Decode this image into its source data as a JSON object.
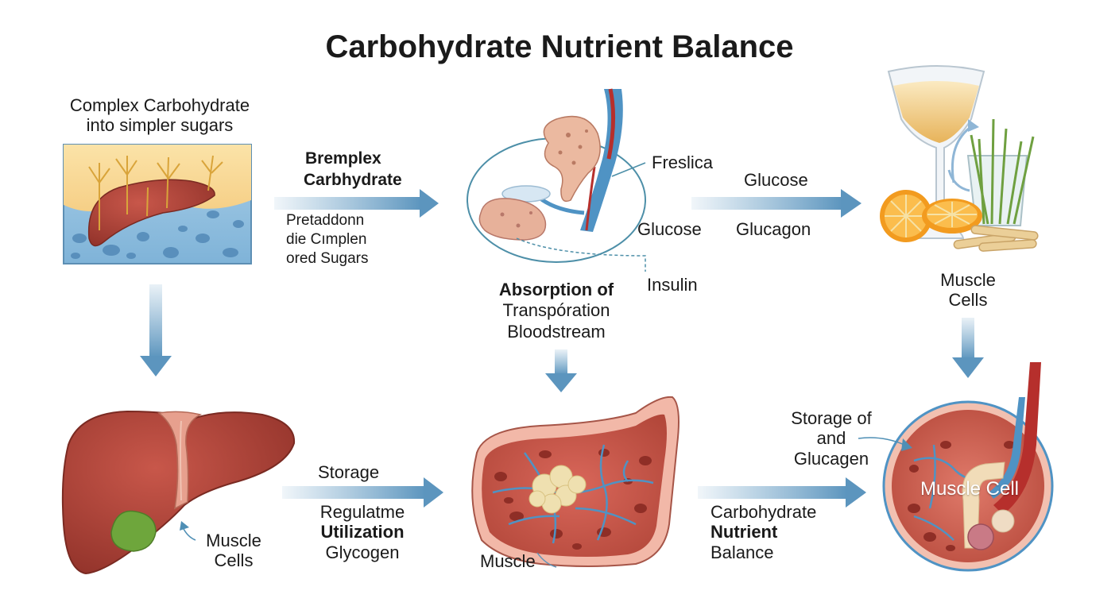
{
  "title": "Carbohydrate Nutrient Balance",
  "labels": {
    "complex_carb": [
      "Complex Carbohydrate",
      "into simpler sugars"
    ],
    "bremplex": [
      "Bremplex",
      "Carbhydrate"
    ],
    "pretaddonn": [
      "Pretaddonn",
      "die Cımplen",
      "ored Sugars"
    ],
    "freslica": "Freslica",
    "glucose_mid": "Glucose",
    "insulin": "Insulin",
    "absorption": [
      "Absorption of",
      "Transpóration",
      "Bloodstream"
    ],
    "glucose_top": "Glucose",
    "glucagon_top": "Glucagon",
    "muscle_cells_top": [
      "Muscle",
      "Cells"
    ],
    "muscle_cells_liver": [
      "Muscle",
      "Cells"
    ],
    "storage": "Storage",
    "regulatme": [
      "Regulatme",
      "Utilization",
      "Glycogen"
    ],
    "muscle": "Muscle",
    "storage_of": [
      "Storage of",
      "and",
      "Glucagen"
    ],
    "carb_balance": [
      "Carbohydrate",
      "Nutrient",
      "Balance"
    ],
    "muscle_cell": "Muscle Cell"
  },
  "colors": {
    "arrow": "#6fa3c8",
    "organ": "#b54a3c",
    "vessel_blue": "#4f93c4",
    "vessel_red": "#b62f2c",
    "glycogen": "#efe0b0"
  },
  "icons": [
    "liver-tissue-icon",
    "digestive-organs-icon",
    "food-drink-icon",
    "liver-icon",
    "muscle-tissue-icon",
    "muscle-cell-icon"
  ]
}
